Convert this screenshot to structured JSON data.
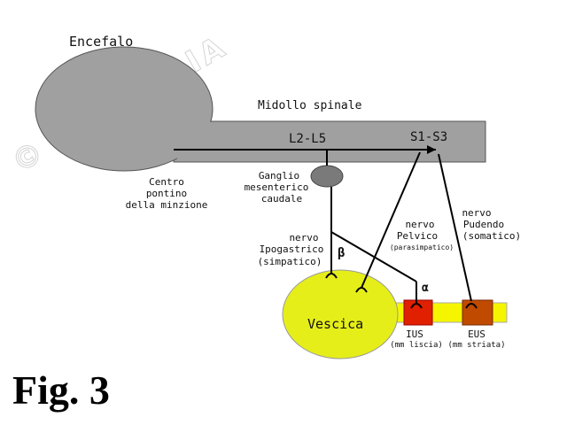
{
  "figure": {
    "caption": "Fig. 3",
    "watermark": "© VETPEDIA"
  },
  "labels": {
    "brain": "Encefalo",
    "spinal_cord": "Midollo spinale",
    "segment_lumbar": "L2-L5",
    "segment_sacral": "S1-S3",
    "pontine_center": [
      "Centro",
      "pontino",
      "della minzione"
    ],
    "ganglion": [
      "Ganglio",
      "mesenterico",
      "caudale"
    ],
    "hypogastric_nerve": [
      "nervo",
      "Ipogastrico",
      "(simpatico)"
    ],
    "pelvic_nerve": [
      "nervo",
      "Pelvico",
      "(parasimpatico)"
    ],
    "pudendal_nerve": [
      "nervo",
      "Pudendo",
      "(somatico)"
    ],
    "receptor_beta": "β",
    "receptor_alpha": "α",
    "bladder": "Vescica",
    "ius": [
      "IUS",
      "(mm liscia)"
    ],
    "eus": [
      "EUS",
      "(mm striata)"
    ]
  },
  "colors": {
    "brain_spinal": "#a0a0a0",
    "ganglion": "#7a7a7a",
    "bladder": "#e6ee1a",
    "urethra": "#f5f500",
    "ius": "#e02000",
    "eus": "#c04a00",
    "nerve": "#000000"
  }
}
